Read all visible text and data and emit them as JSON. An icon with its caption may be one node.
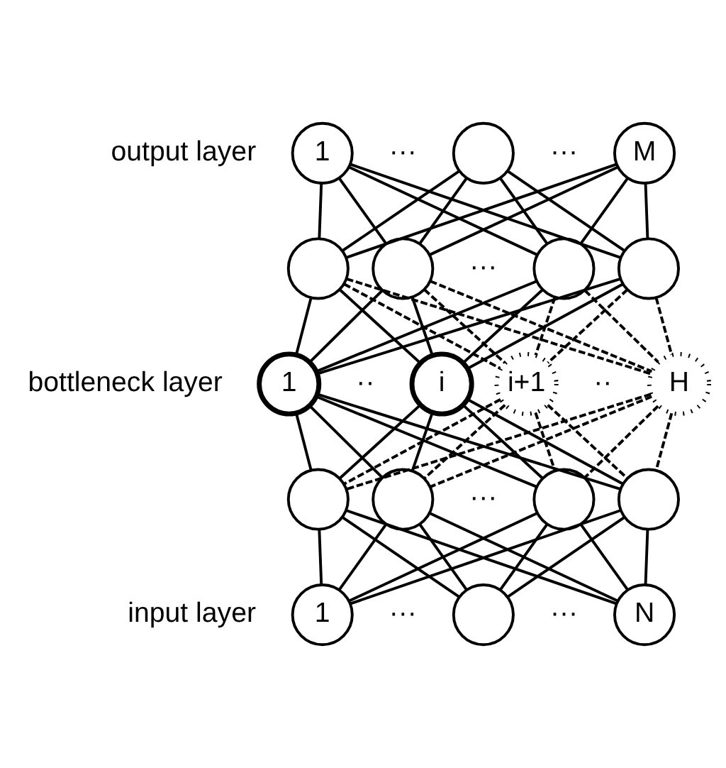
{
  "diagram": {
    "nodes": [
      {
        "text": [
          "1"
        ]
      },
      {
        "text": [],
        "shape": "circle"
      },
      {
        "text": [
          "M"
        ]
      },
      {
        "text": [],
        "shape": "circle"
      },
      {
        "text": [],
        "shape": "circle"
      },
      {
        "text": [],
        "shape": "circle"
      },
      {
        "text": [],
        "shape": "circle"
      },
      {
        "text": [
          "1"
        ]
      },
      {
        "text": [
          "i"
        ]
      },
      {
        "text": [
          "i+1"
        ]
      },
      {
        "text": [
          "H"
        ]
      },
      {
        "text": [],
        "shape": "circle"
      },
      {
        "text": [],
        "shape": "circle"
      },
      {
        "text": [],
        "shape": "circle"
      },
      {
        "text": [],
        "shape": "circle"
      },
      {
        "text": [
          "1"
        ]
      },
      {
        "text": [],
        "shape": "circle"
      },
      {
        "text": [
          "N"
        ]
      }
    ],
    "edges": [
      {
        "from": 0,
        "to": 3,
        "arrow": "none"
      },
      {
        "from": 0,
        "to": 4,
        "arrow": "none"
      },
      {
        "from": 0,
        "to": 5,
        "arrow": "none"
      },
      {
        "from": 0,
        "to": 6,
        "arrow": "none"
      },
      {
        "from": 1,
        "to": 3,
        "arrow": "none"
      },
      {
        "from": 1,
        "to": 4,
        "arrow": "none"
      },
      {
        "from": 1,
        "to": 5,
        "arrow": "none"
      },
      {
        "from": 1,
        "to": 6,
        "arrow": "none"
      },
      {
        "from": 2,
        "to": 3,
        "arrow": "none"
      },
      {
        "from": 2,
        "to": 4,
        "arrow": "none"
      },
      {
        "from": 2,
        "to": 5,
        "arrow": "none"
      },
      {
        "from": 2,
        "to": 6,
        "arrow": "none"
      },
      {
        "from": 3,
        "to": 7,
        "arrow": "none"
      },
      {
        "from": 4,
        "to": 7,
        "arrow": "none"
      },
      {
        "from": 5,
        "to": 7,
        "arrow": "none"
      },
      {
        "from": 6,
        "to": 7,
        "arrow": "none"
      },
      {
        "from": 3,
        "to": 8,
        "arrow": "none"
      },
      {
        "from": 4,
        "to": 8,
        "arrow": "none"
      },
      {
        "from": 5,
        "to": 8,
        "arrow": "none"
      },
      {
        "from": 6,
        "to": 8,
        "arrow": "none"
      },
      {
        "from": 3,
        "to": 9,
        "arrow": "none",
        "style": "dashed"
      },
      {
        "from": 4,
        "to": 9,
        "arrow": "none",
        "style": "dashed"
      },
      {
        "from": 5,
        "to": 9,
        "arrow": "none",
        "style": "dashed"
      },
      {
        "from": 6,
        "to": 9,
        "arrow": "none",
        "style": "dashed"
      },
      {
        "from": 3,
        "to": 10,
        "arrow": "none",
        "style": "dashed"
      },
      {
        "from": 4,
        "to": 10,
        "arrow": "none",
        "style": "dashed"
      },
      {
        "from": 5,
        "to": 10,
        "arrow": "none",
        "style": "dashed"
      },
      {
        "from": 6,
        "to": 10,
        "arrow": "none",
        "style": "dashed"
      },
      {
        "from": 7,
        "to": 11,
        "arrow": "none"
      },
      {
        "from": 7,
        "to": 12,
        "arrow": "none"
      },
      {
        "from": 7,
        "to": 13,
        "arrow": "none"
      },
      {
        "from": 7,
        "to": 14,
        "arrow": "none"
      },
      {
        "from": 8,
        "to": 11,
        "arrow": "none"
      },
      {
        "from": 8,
        "to": 12,
        "arrow": "none"
      },
      {
        "from": 8,
        "to": 13,
        "arrow": "none"
      },
      {
        "from": 8,
        "to": 14,
        "arrow": "none"
      },
      {
        "from": 9,
        "to": 11,
        "arrow": "none",
        "style": "dashed"
      },
      {
        "from": 9,
        "to": 12,
        "arrow": "none",
        "style": "dashed"
      },
      {
        "from": 9,
        "to": 13,
        "arrow": "none",
        "style": "dashed"
      },
      {
        "from": 9,
        "to": 14,
        "arrow": "none",
        "style": "dashed"
      },
      {
        "from": 10,
        "to": 11,
        "arrow": "none",
        "style": "dashed"
      },
      {
        "from": 10,
        "to": 12,
        "arrow": "none",
        "style": "dashed"
      },
      {
        "from": 10,
        "to": 13,
        "arrow": "none",
        "style": "dashed"
      },
      {
        "from": 10,
        "to": 14,
        "arrow": "none",
        "style": "dashed"
      },
      {
        "from": 11,
        "to": 15,
        "arrow": "none"
      },
      {
        "from": 11,
        "to": 16,
        "arrow": "none"
      },
      {
        "from": 11,
        "to": 17,
        "arrow": "none"
      },
      {
        "from": 12,
        "to": 15,
        "arrow": "none"
      },
      {
        "from": 12,
        "to": 16,
        "arrow": "none"
      },
      {
        "from": 12,
        "to": 17,
        "arrow": "none"
      },
      {
        "from": 13,
        "to": 15,
        "arrow": "none"
      },
      {
        "from": 13,
        "to": 16,
        "arrow": "none"
      },
      {
        "from": 13,
        "to": 17,
        "arrow": "none"
      },
      {
        "from": 14,
        "to": 15,
        "arrow": "none"
      },
      {
        "from": 14,
        "to": 16,
        "arrow": "none"
      },
      {
        "from": 14,
        "to": 17,
        "arrow": "none"
      }
    ],
    "labels": [
      "output layer",
      "···",
      "···",
      "···",
      "bottleneck layer",
      "··",
      "··",
      "···",
      "input layer",
      "···",
      "···"
    ]
  }
}
